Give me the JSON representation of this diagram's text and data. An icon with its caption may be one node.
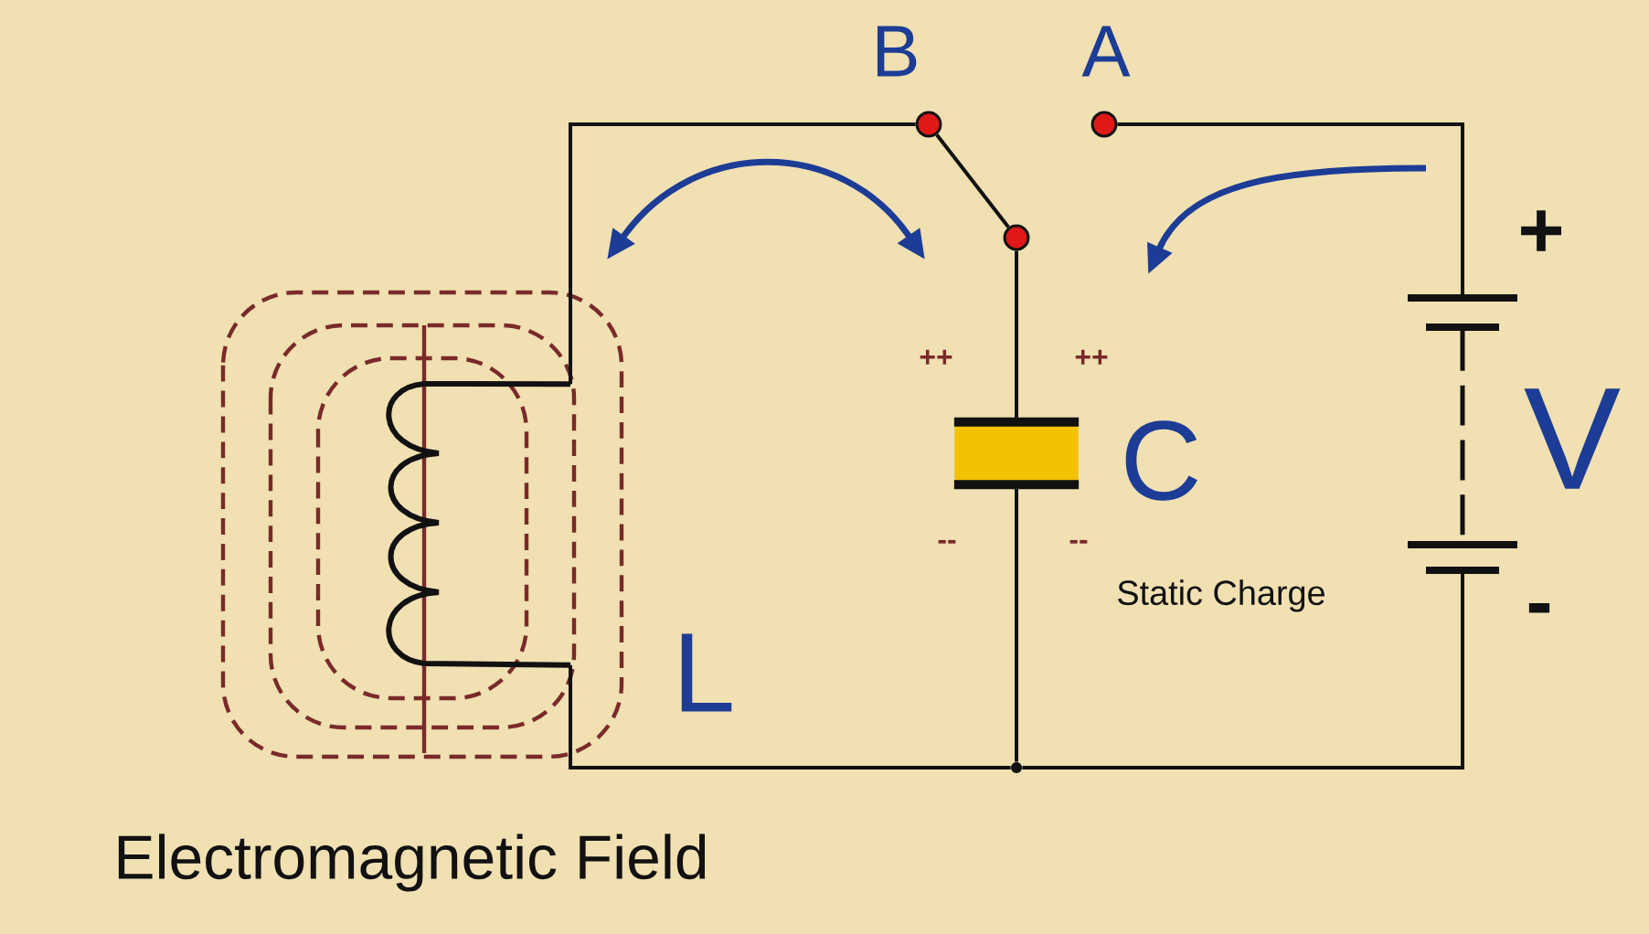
{
  "diagram": {
    "nodes": [
      {
        "text": [],
        "shape": "circle",
        "beside": [
          "B"
        ]
      },
      {
        "text": [],
        "shape": "circle",
        "beside": [
          "A"
        ]
      },
      {
        "text": [],
        "shape": "circle"
      },
      {
        "text": [],
        "shape": "coil",
        "beside": [
          "L"
        ]
      },
      {
        "text": [],
        "shape": "capacitor",
        "beside": [
          "C"
        ]
      },
      {
        "text": [],
        "shape": "battery",
        "beside": [
          "+",
          "V",
          "-"
        ]
      },
      {
        "text": [],
        "shape": "circle"
      }
    ],
    "edges": [
      {
        "from": 2,
        "to": 0,
        "arrow": "none"
      },
      {
        "from": 0,
        "to": 3,
        "arrow": "none"
      },
      {
        "from": 3,
        "to": 6,
        "arrow": "none"
      },
      {
        "from": 2,
        "to": 4,
        "arrow": "none"
      },
      {
        "from": 4,
        "to": 6,
        "arrow": "none"
      },
      {
        "from": 6,
        "to": 5,
        "arrow": "none"
      },
      {
        "from": 5,
        "to": 1,
        "arrow": "none"
      }
    ],
    "labels": [
      "++",
      "++",
      "--",
      "--",
      "Static Charge",
      "Electromagnetic Field"
    ]
  }
}
